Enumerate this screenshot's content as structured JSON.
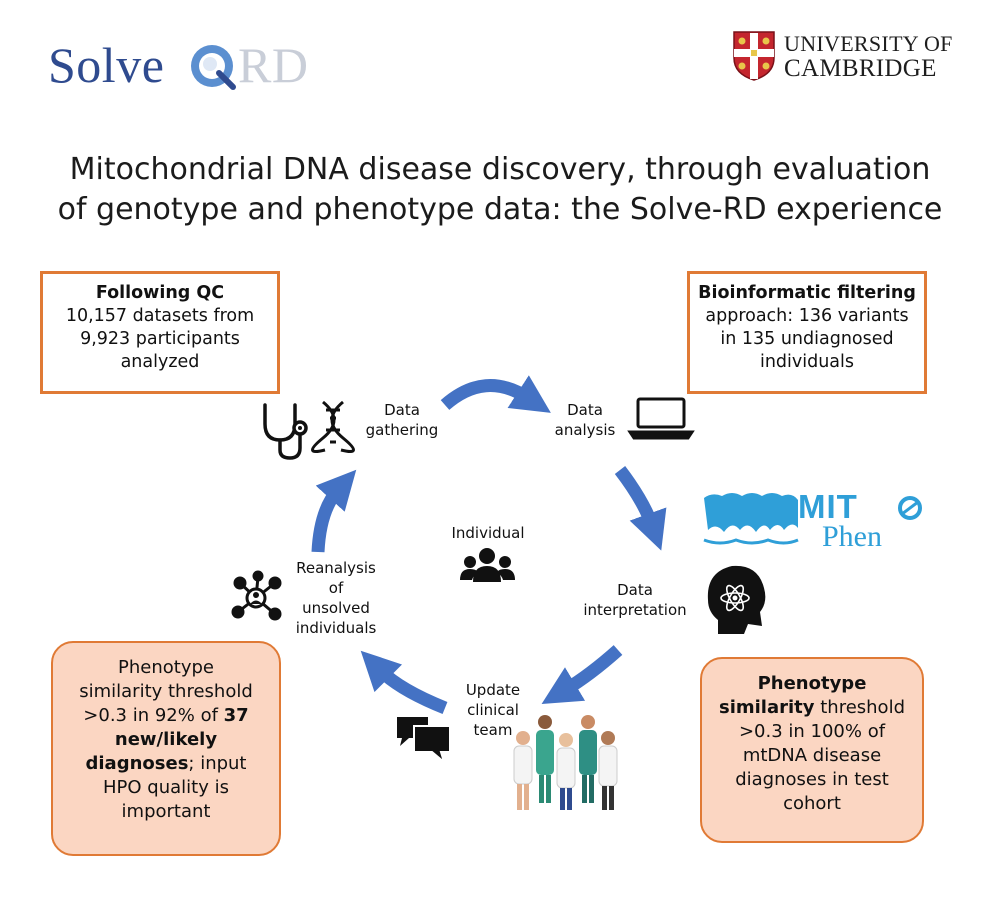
{
  "logos": {
    "solve_word": "Solve",
    "solve_rd": "RD",
    "cambridge_line1": "UNIVERSITY OF",
    "cambridge_line2": "CAMBRIDGE",
    "mito_word": "MIT",
    "phen_word": "Phen"
  },
  "title": {
    "line1": "Mitochondrial DNA disease discovery, through evaluation",
    "line2": "of genotype and phenotype data: the Solve-RD experience"
  },
  "boxes": {
    "qc": {
      "heading": "Following QC",
      "line1": "10,157 datasets from",
      "line2": "9,923 participants",
      "line3": "analyzed"
    },
    "bio": {
      "heading": "Bioinformatic filtering",
      "line1": "approach: 136 variants",
      "line2": "in 135 undiagnosed",
      "line3": "individuals"
    },
    "left": {
      "line1": "Phenotype",
      "line2": "similarity threshold",
      "line3": ">0.3 in 92% of",
      "line3_bold": "37",
      "line4_bold": "new/likely",
      "line5_bold": "diagnoses",
      "line5_rest": "; input",
      "line6": "HPO quality is",
      "line7": "important"
    },
    "right": {
      "line1_bold": "Phenotype",
      "line2_bold": "similarity",
      "line2_rest": " threshold",
      "line3": ">0.3 in 100% of",
      "line4": "mtDNA disease",
      "line5": "diagnoses in test",
      "line6": "cohort"
    }
  },
  "cycle": {
    "gathering": [
      "Data",
      "gathering"
    ],
    "analysis": [
      "Data",
      "analysis"
    ],
    "interpretation": [
      "Data",
      "interpretation"
    ],
    "update": [
      "Update",
      "clinical",
      "team"
    ],
    "reanalysis": [
      "Reanalysis",
      "of",
      "unsolved",
      "individuals"
    ],
    "individual": "Individual"
  },
  "colors": {
    "arrow_blue": "#4472c4",
    "box_border": "#e07a35",
    "box_fill": "#fbd6c2",
    "solve_blue": "#2f4b8f",
    "mito_blue": "#2f9fd8"
  },
  "icons": [
    "stethoscope-icon",
    "dna-icon",
    "laptop-icon",
    "brain-atom-icon",
    "chat-bubbles-icon",
    "network-person-icon",
    "group-icon",
    "medical-team-icon",
    "magnifier-icon",
    "cambridge-shield-icon"
  ]
}
